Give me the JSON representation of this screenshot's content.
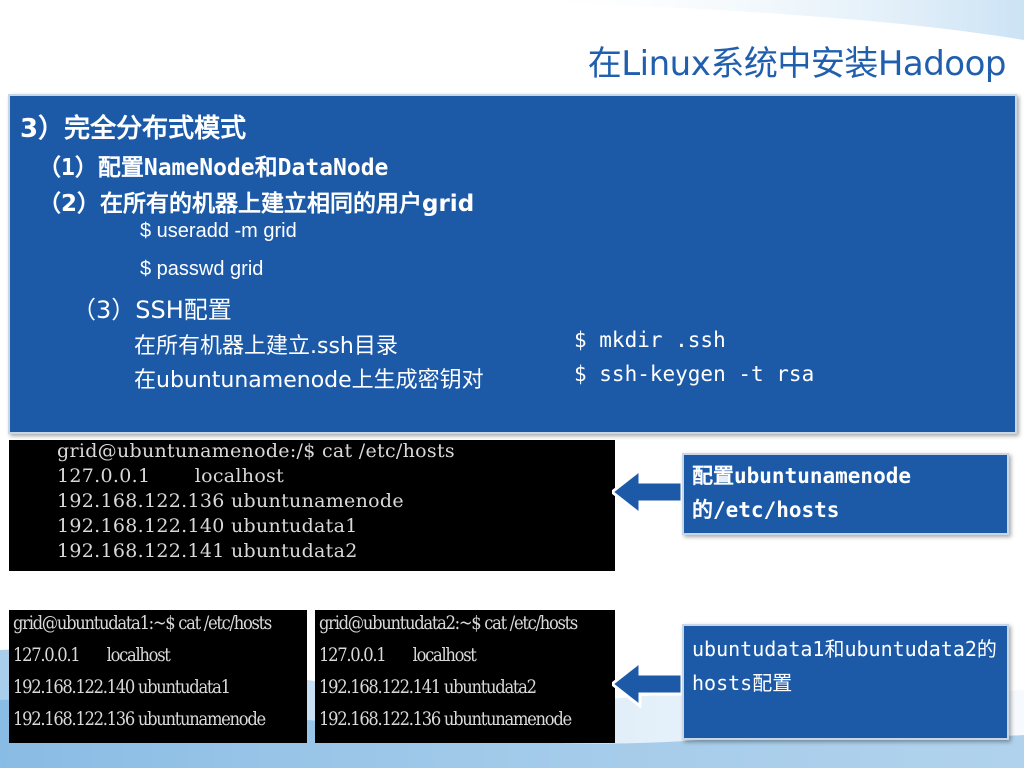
{
  "title": "在Linux系统中安装Hadoop",
  "main": {
    "heading": "3）完全分布式模式",
    "item1": "（1）配置NameNode和DataNode",
    "item2": "（2）在所有的机器上建立相同的用户grid",
    "cmd_useradd": "$ useradd -m grid",
    "cmd_passwd": "$ passwd grid",
    "item3": "（3）SSH配置",
    "ssh_rows": [
      {
        "desc": "在所有机器上建立.ssh目录",
        "cmd": "$ mkdir .ssh"
      },
      {
        "desc": "在ubuntunamenode上生成密钥对",
        "cmd": "$ ssh-keygen -t rsa"
      }
    ]
  },
  "terminal_namenode": [
    "grid@ubuntunamenode:/$ cat /etc/hosts",
    "127.0.0.1       localhost",
    "192.168.122.136 ubuntunamenode",
    "192.168.122.140 ubuntudata1",
    "192.168.122.141 ubuntudata2"
  ],
  "terminal_data1": [
    "grid@ubuntudata1:~$ cat /etc/hosts",
    "127.0.0.1       localhost",
    "192.168.122.140 ubuntudata1",
    "192.168.122.136 ubuntunamenode"
  ],
  "terminal_data2": [
    "grid@ubuntudata2:~$ cat /etc/hosts",
    "127.0.0.1       localhost",
    "192.168.122.141 ubuntudata2",
    "192.168.122.136 ubuntunamenode"
  ],
  "note_namenode": "配置ubuntunamenode的/etc/hosts",
  "note_data": "ubuntudata1和ubuntudata2的hosts配置",
  "colors": {
    "accent": "#1c5aa8",
    "title": "#1f5fae",
    "terminal_bg": "#000000"
  }
}
